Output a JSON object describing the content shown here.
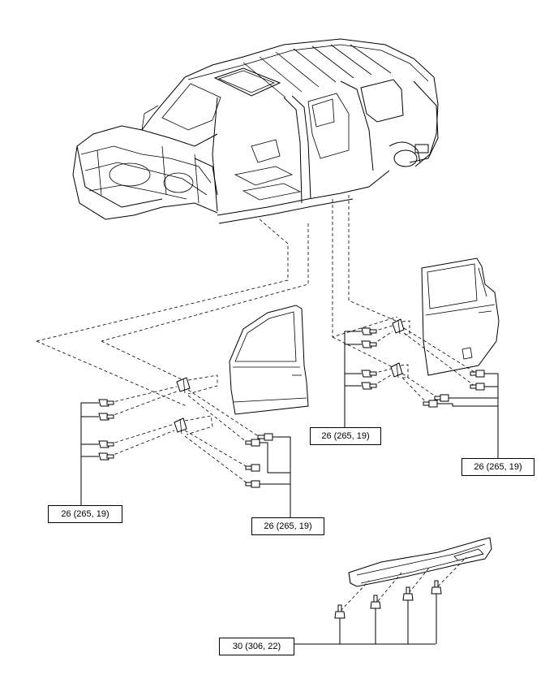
{
  "callouts": {
    "front_lower_left": "26 (265, 19)",
    "front_lower_right": "26 (265, 19)",
    "rear_upper_left": "26 (265, 19)",
    "rear_right": "26 (265, 19)",
    "rocker_bottom": "30 (306, 22)"
  },
  "icons": [
    "vehicle-body-shell-icon",
    "front-door-icon",
    "rear-door-icon",
    "door-hinge-icon",
    "bolt-icon",
    "rocker-panel-icon"
  ]
}
